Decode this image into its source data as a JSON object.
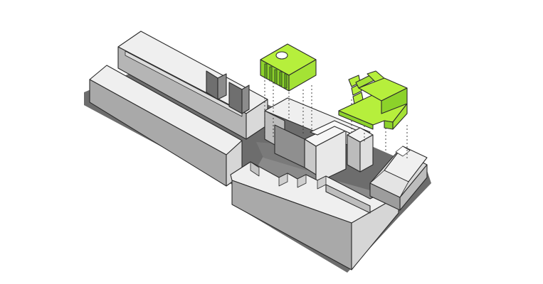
{
  "diagram": {
    "description_visible_text": "",
    "colors": {
      "background": "#ffffff",
      "ground_shadow": "#6d6d6d",
      "courtyard_shadow": "#8a8a8a",
      "roof_light": "#efefef",
      "wall_mid": "#d6d6d6",
      "wall_dark": "#a9a9a9",
      "highlight_green_top": "#b6ef3c",
      "highlight_green_side": "#8cd22a",
      "highlight_green_dark": "#6bb51b",
      "edge": "#2b2b2b"
    },
    "icons": [
      "axonometric-building-massing",
      "green-volume-left",
      "green-volume-right"
    ]
  }
}
